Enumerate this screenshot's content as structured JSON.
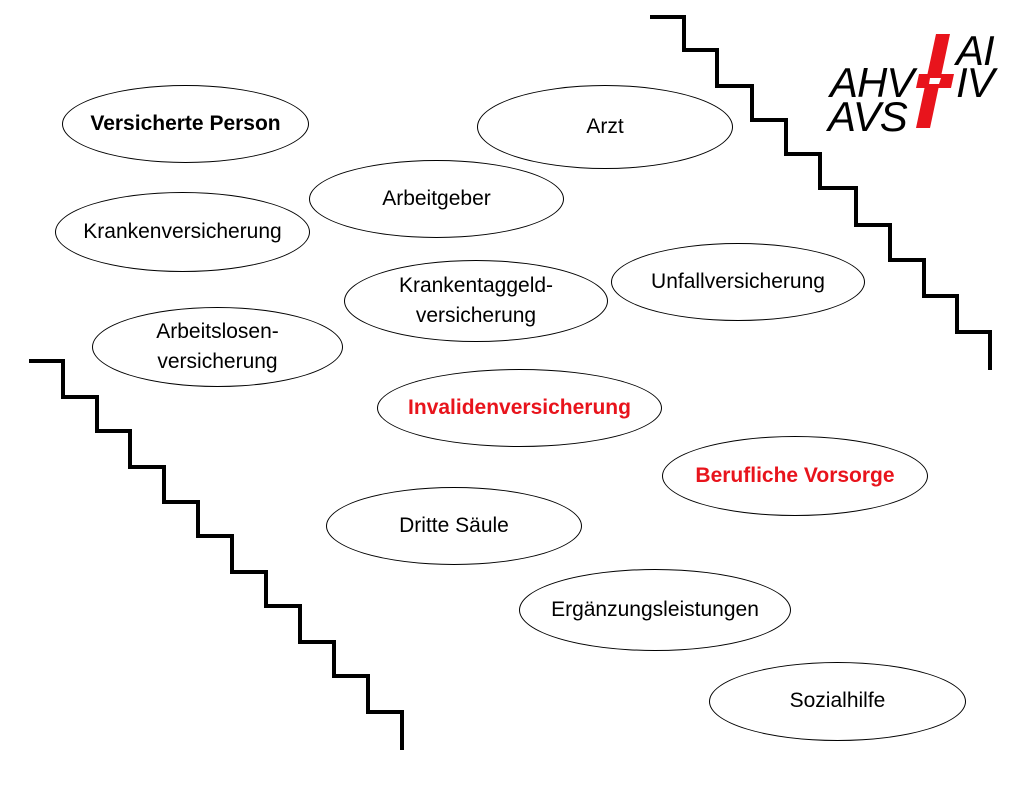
{
  "nodes": [
    {
      "id": "versicherte-person",
      "text": "Versicherte Person",
      "style": "bold"
    },
    {
      "id": "arzt",
      "text": "Arzt",
      "style": "normal"
    },
    {
      "id": "arbeitgeber",
      "text": "Arbeitgeber",
      "style": "normal"
    },
    {
      "id": "krankenversicherung",
      "text": "Krankenversicherung",
      "style": "normal"
    },
    {
      "id": "krankentaggeld",
      "text": "Krankentaggeld-\nversicherung",
      "style": "normal"
    },
    {
      "id": "unfallversicherung",
      "text": "Unfallversicherung",
      "style": "normal"
    },
    {
      "id": "arbeitslosen",
      "text": "Arbeitslosen-\nversicherung",
      "style": "normal"
    },
    {
      "id": "invalidenversicherung",
      "text": "Invalidenversicherung",
      "style": "accent"
    },
    {
      "id": "berufliche-vorsorge",
      "text": "Berufliche Vorsorge",
      "style": "accent"
    },
    {
      "id": "dritte-saeule",
      "text": "Dritte Säule",
      "style": "normal"
    },
    {
      "id": "ergaenzungsleistungen",
      "text": "Ergänzungsleistungen",
      "style": "normal"
    },
    {
      "id": "sozialhilfe",
      "text": "Sozialhilfe",
      "style": "normal"
    }
  ],
  "logo": {
    "line1_left": "AHV",
    "line2_left": "AVS",
    "line1_right": "AI",
    "line2_right": "IV",
    "cross_color": "#e8141c"
  },
  "colors": {
    "accent": "#e8141c",
    "stroke": "#000000"
  }
}
